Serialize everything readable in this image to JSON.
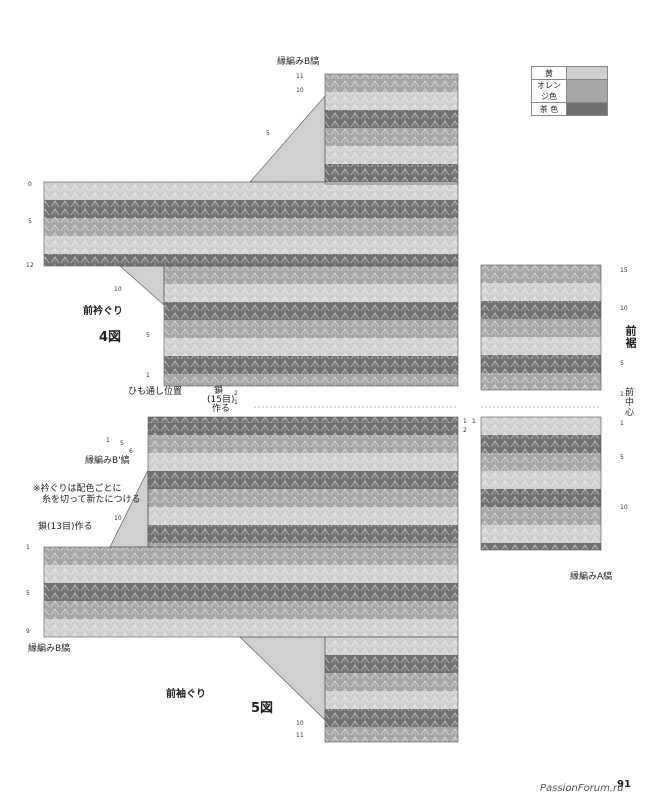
{
  "legend": [
    {
      "name": "黄",
      "color": "#cfcfcf"
    },
    {
      "name": "オレンジ色",
      "color": "#a6a6a6"
    },
    {
      "name": "茶 色",
      "color": "#707070"
    }
  ],
  "labels": {
    "edging_b_top": "縁編みB縞",
    "front_neckline": "前衿ぐり",
    "fig4": "4図",
    "string_hole": "ひも通し位置",
    "chain_note_1": "鎖",
    "chain_note_2": "(15目)",
    "chain_note_3": "作る",
    "edging_b_prime": "縁編みB'縞",
    "neck_note_1": "※衿ぐりは配色ごとに",
    "neck_note_2": "糸を切って新たにつける",
    "chain13": "鎖(13目)作る",
    "edging_b_bottom": "縁編みB縞",
    "front_armhole": "前袖ぐり",
    "fig5": "5図",
    "front_hem": "前裾",
    "front_center": "前中心",
    "edging_a": "縁編みA縞",
    "page_number": "91",
    "brand": "PassionForum.ru"
  },
  "row_numbers": {
    "top_right": [
      "11",
      "10",
      "5"
    ],
    "sleeve_top": [
      "0",
      "5",
      "12"
    ],
    "neck_area": [
      "10",
      "5",
      "1"
    ],
    "center": [
      "2",
      "1",
      "1",
      "2",
      "1"
    ],
    "bprime": [
      "1",
      "5",
      "6"
    ],
    "lower_left": [
      "10",
      "1",
      "5",
      "9"
    ],
    "bottom": [
      "10",
      "11"
    ],
    "right_panel": [
      "15",
      "10",
      "5",
      "1",
      "1",
      "5",
      "10"
    ]
  }
}
